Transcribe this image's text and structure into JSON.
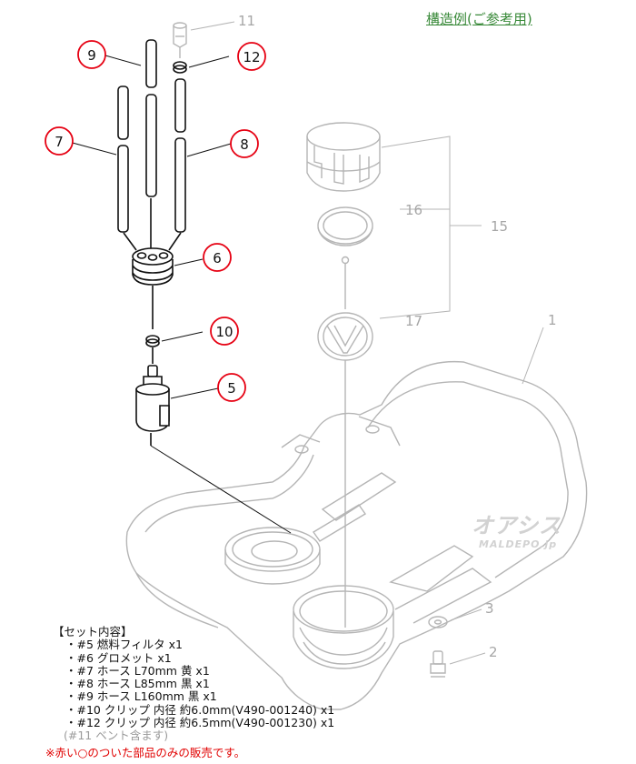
{
  "header": {
    "title": "構造例(ご参考用)"
  },
  "colors": {
    "part_line": "#111111",
    "faded_line": "#b5b5b5",
    "callout_red": "#e60012",
    "header_green": "#3a8a3a",
    "note_red": "#e10000"
  },
  "callouts": {
    "sold": [
      "9",
      "12",
      "7",
      "8",
      "6",
      "10",
      "5"
    ],
    "other": [
      "11",
      "16",
      "15",
      "17",
      "1",
      "3",
      "2"
    ]
  },
  "watermark": {
    "brand": "オアシス",
    "site": "MALDEPO.jp"
  },
  "set_contents": {
    "heading": "【セット内容】",
    "items": [
      "・#5 燃料フィルタ x1",
      "・#6 グロメット x1",
      "・#7 ホース L70mm 黄 x1",
      "・#8 ホース L85mm 黒 x1",
      "・#9 ホース L160mm 黒 x1",
      "・#10 クリップ 内径 約6.0mm(V490-001240) x1",
      "・#12 クリップ 内径 約6.5mm(V490-001230) x1"
    ],
    "gray_note": "(#11 ベント含ます)"
  },
  "footer_note": "※赤い○のついた部品のみの販売です。"
}
